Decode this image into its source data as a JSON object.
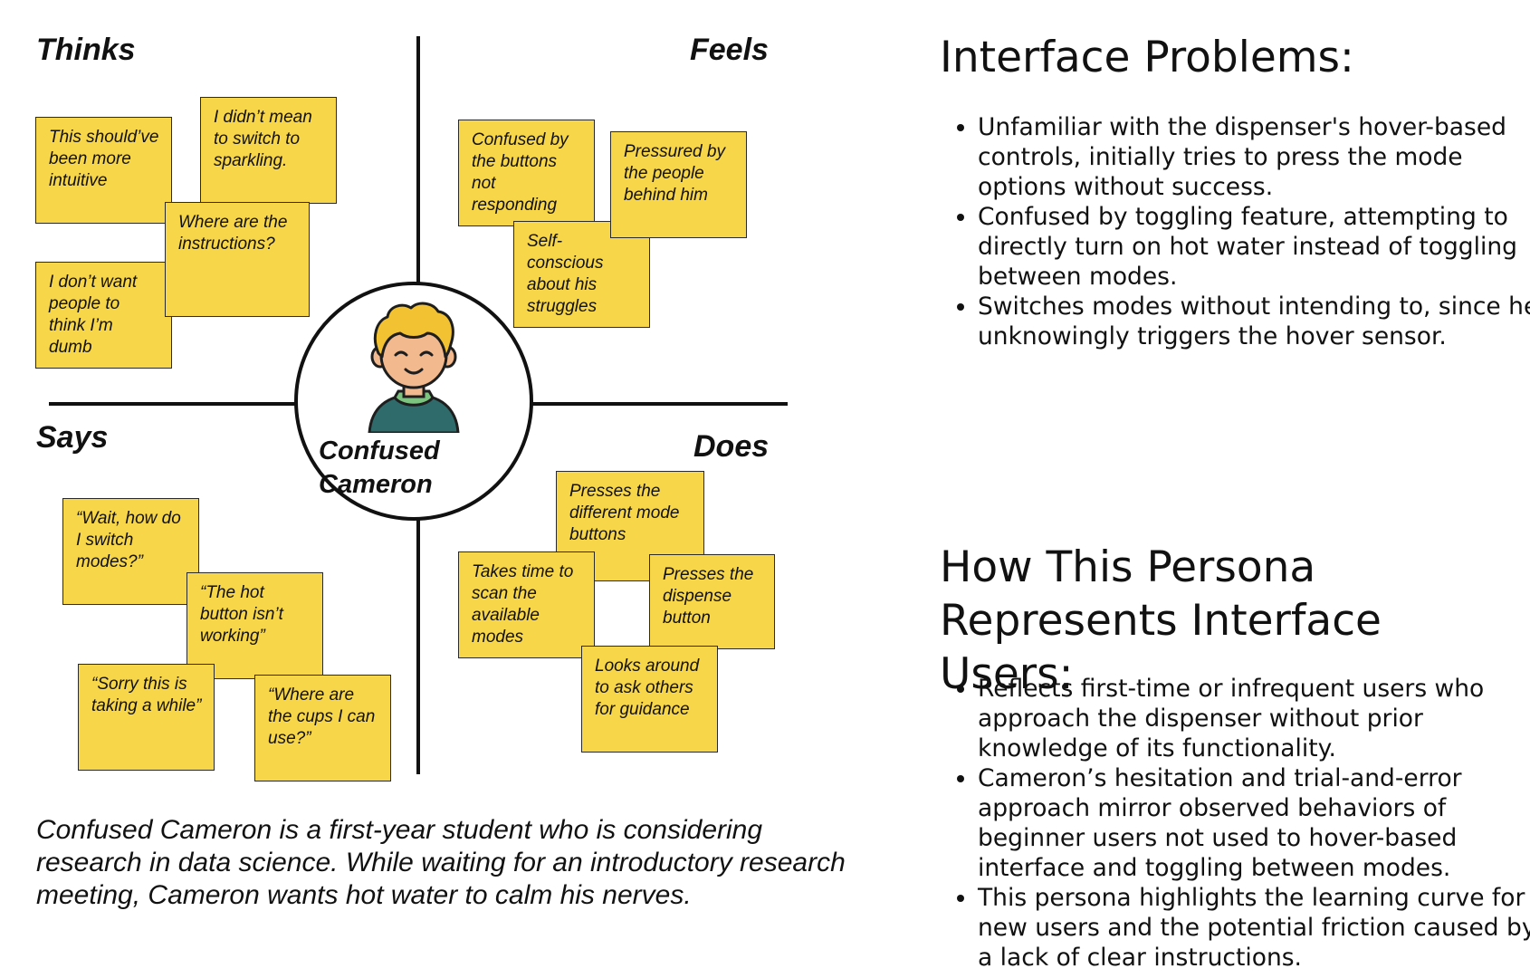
{
  "quadrants": {
    "thinks": "Thinks",
    "feels": "Feels",
    "says": "Says",
    "does": "Does"
  },
  "persona": {
    "name_line1": "Confused",
    "name_line2": "Cameron",
    "description": "Confused Cameron is a first-year student who is considering research in data science. While waiting for an introductory research meeting, Cameron wants hot water to calm his nerves."
  },
  "notes": {
    "thinks": [
      "This should’ve been more intuitive",
      "I didn’t mean to switch to sparkling.",
      "Where are the instructions?",
      "I don’t want people to think I’m dumb"
    ],
    "feels": [
      "Confused by the buttons not responding",
      "Pressured by the people behind him",
      "Self-conscious about his struggles"
    ],
    "says": [
      "“Wait, how do I switch modes?”",
      "“The hot button isn’t working”",
      "“Sorry this is taking a while”",
      "“Where are the cups I can use?”"
    ],
    "does": [
      "Presses the different mode buttons",
      "Takes time to scan the available modes",
      "Presses the dispense button",
      "Looks around to ask others for guidance"
    ]
  },
  "interface_problems": {
    "title": "Interface Problems:",
    "items": [
      "Unfamiliar with the dispenser's hover-based controls, initially tries to press the mode options without success.",
      "Confused by toggling feature, attempting to directly turn on hot water instead of toggling between modes.",
      "Switches modes without intending to, since he unknowingly triggers the hover sensor."
    ]
  },
  "representation": {
    "title_line1": "How This Persona",
    "title_line2": "Represents Interface Users:",
    "items": [
      "Reflects first-time or infrequent users who approach the dispenser without prior knowledge of its functionality.",
      "Cameron’s hesitation and trial-and-error approach mirror observed behaviors of beginner users not used to hover-based interface and toggling between modes.",
      "This persona highlights the learning curve for new users and the potential friction caused by a lack of clear instructions."
    ]
  },
  "colors": {
    "sticky_note": "#f7d64a",
    "avatar_hair": "#f2c232",
    "avatar_skin": "#f2b98e",
    "avatar_shirt": "#2f6b6b",
    "avatar_collar": "#7cc47f"
  }
}
